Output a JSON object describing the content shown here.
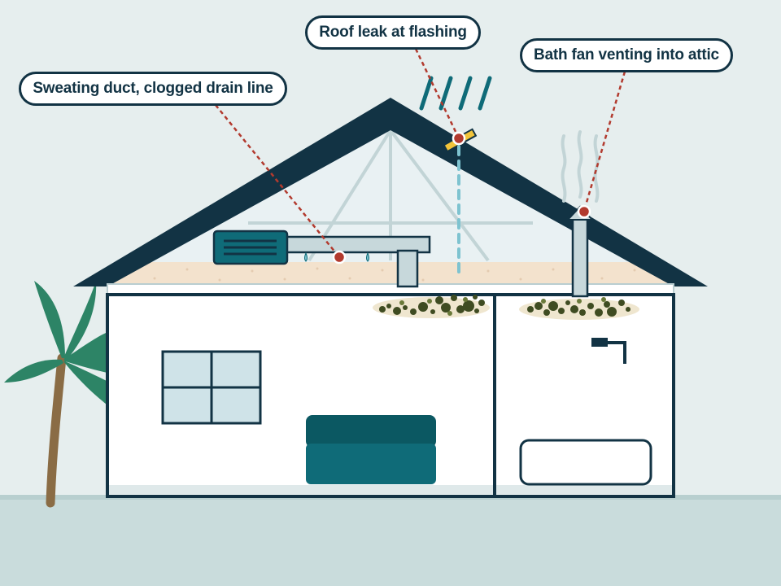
{
  "callouts": {
    "duct": "Sweating duct, clogged drain line",
    "roof": "Roof leak at flashing",
    "fan": "Bath fan venting into attic"
  },
  "colors": {
    "navy": "#123344",
    "teal": "#0f6b78",
    "marker_red": "#b23a2e",
    "insulation": "#f3e2cd",
    "mold": "#4a5a2a",
    "leak_blue": "#7ec3d0",
    "wall": "#ffffff",
    "sky": "#e6eeee",
    "ground": "#c9dcdc",
    "palm_leaf": "#2d8466",
    "palm_trunk": "#8a6c45"
  },
  "icons": [
    "palm-tree",
    "rain-streaks",
    "vent-steam",
    "mold-patch",
    "water-drip",
    "shower-head",
    "bathtub",
    "sofa",
    "window",
    "ac-unit"
  ]
}
